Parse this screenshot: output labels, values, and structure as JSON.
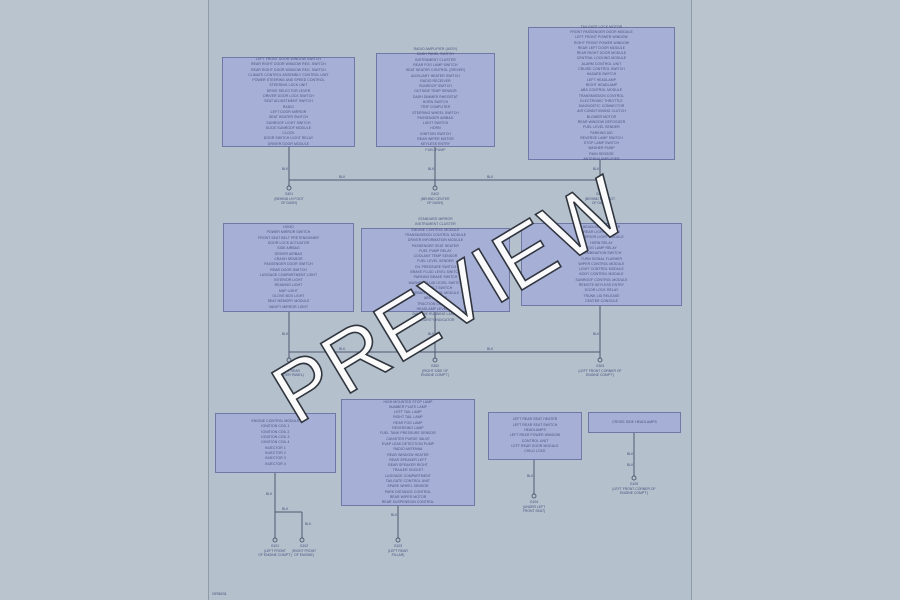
{
  "boxes": {
    "b1": {
      "lines": [
        "LEFT FRONT DOOR WINDOW SWITCH",
        "REAR RIGHT DOOR WINDOW REG. SWITCH",
        "REAR RIGHT DOOR WINDOW REG. SWITCH",
        "CLIMATE CONTROL ASSEMBLY CONTROL UNIT",
        "POWER STEERING AND SPEED CONTROL",
        "STEERING LOCK UNIT",
        "DRIVE SELECTOR LEVER",
        "DRIVER DOOR LOCK SWITCH",
        "SEAT ADJUSTMENT SWITCH",
        "RADIO",
        "LEFT DOOR MIRROR",
        "SEAT HEATER SWITCH",
        "SUNROOF LIGHT SWITCH",
        "SLIDE SUNROOF MODULE",
        "CLOCK",
        "DOOR SWITCH LIGHT RELAY",
        "DRIVER DOOR MODULE"
      ]
    },
    "b2": {
      "lines": [
        "RADIO AMPLIFIER (ASSY)",
        "DASH PANEL SWITCH",
        "INSTRUMENT CLUSTER",
        "REAR FOG LAMP SWITCH",
        "SEAT HEATER CONTROL (DRIVER)",
        "AUXILIARY HEATER SWITCH",
        "RADIO RECEIVER",
        "SUNROOF SWITCH",
        "OUTSIDE TEMP SENSOR",
        "DASH DIMMER RHEOSTAT",
        "HORN SWITCH",
        "TRIP COMPUTER",
        "STEERING WHEEL SWITCH",
        "PASSENGER AIRBAG",
        "LIGHT SWITCH",
        "HORN",
        "IGNITION SWITCH",
        "REAR WIPER MOTOR",
        "KEYLESS ENTRY",
        "FUEL PUMP"
      ]
    },
    "b3": {
      "lines": [
        "TAILGATE LOCK MOTOR",
        "FRONT PASSENGER DOOR MODULE",
        "LEFT FRONT POWER WINDOW",
        "RIGHT FRONT POWER WINDOW",
        "REAR LEFT DOOR MODULE",
        "REAR RIGHT DOOR MODULE",
        "CENTRAL LOCKING MODULE",
        "ALARM CONTROL UNIT",
        "CRUISE CONTROL SWITCH",
        "HAZARD SWITCH",
        "LEFT HEADLAMP",
        "RIGHT HEADLAMP",
        "ABS CONTROL MODULE",
        "TRANSMISSION CONTROL",
        "ELECTRONIC THROTTLE",
        "DIAGNOSTIC CONNECTOR",
        "AIR CONDITIONING CLUTCH",
        "BLOWER MOTOR",
        "REAR WINDOW DEFOGGER",
        "FUEL LEVEL SENDER",
        "PARKING AID",
        "REVERSE LAMP SWITCH",
        "STOP LAMP SWITCH",
        "WASHER PUMP",
        "RAIN SENSOR",
        "ANTENNA AMPLIFIER"
      ]
    },
    "b4": {
      "lines": [
        "HOOD",
        "POWER MIRROR SWITCH",
        "FRONT SEAT BELT PRETENSIONER",
        "DOOR LOCK ACTUATOR",
        "SIDE AIRBAG",
        "DRIVER AIRBAG",
        "CRASH SENSOR",
        "PASSENGER DOOR SWITCH",
        "REAR DOOR SWITCH",
        "LUGGAGE COMPARTMENT LIGHT",
        "INTERIOR LIGHT",
        "READING LIGHT",
        "MAP LIGHT",
        "GLOVE BOX LIGHT",
        "SEAT MEMORY MODULE",
        "VANITY MIRROR LIGHT"
      ]
    },
    "b5": {
      "lines": [
        "STANDARD MIRROR",
        "INSTRUMENT CLUSTER",
        "ENGINE CONTROL MODULE",
        "TRANSMISSION CONTROL MODULE",
        "DRIVER INFORMATION MODULE",
        "PASSENGER SEAT HEATER",
        "FUEL PUMP RELAY",
        "COOLANT TEMP SENSOR",
        "FUEL LEVEL SENDER",
        "OIL PRESSURE SWITCH",
        "BRAKE FLUID LEVEL SWITCH",
        "PARKING BRAKE SWITCH",
        "WASHER FLUID LEVEL SWITCH",
        "SEAT BELT SWITCH",
        "AIRBAG CONTROL MODULE",
        "ABS MODULE",
        "TRACTION CONTROL",
        "HEADLAMP LEVELING",
        "DAYTIME RUNNING LAMPS",
        "SECURITY INDICATOR"
      ]
    },
    "b6": {
      "lines": [
        "HEADLIGHT FLASHER",
        "REAR LIGHT SWITCH",
        "INTERIOR LIGHT MODULE",
        "HORN RELAY",
        "FOG LAMP RELAY",
        "COMBINATION SWITCH",
        "TURN SIGNAL FLASHER",
        "WIPER CONTROL MODULE",
        "LIGHT CONTROL MODULE",
        "BODY CONTROL MODULE",
        "SUNROOF CONTROL MODULE",
        "REMOTE KEYLESS ENTRY",
        "DOOR LOCK RELAY",
        "TRUNK LID RELEASE",
        "CENTER CONSOLE"
      ]
    },
    "b7": {
      "lines": [
        "ENGINE CONTROL MODULE",
        "IGNITION COIL 1",
        "IGNITION COIL 2",
        "IGNITION COIL 3",
        "IGNITION COIL 4",
        "INJECTOR 1",
        "INJECTOR 2",
        "INJECTOR 3",
        "INJECTOR 4"
      ]
    },
    "b8": {
      "lines": [
        "HIGH MOUNTED STOP LAMP",
        "NUMBER PLATE LAMP",
        "LEFT TAIL LAMP",
        "RIGHT TAIL LAMP",
        "REAR FOG LAMP",
        "REVERSING LAMP",
        "FUEL TANK PRESSURE SENSOR",
        "CANISTER PURGE VALVE",
        "EVAP LEAK DETECTION PUMP",
        "RADIO ANTENNA",
        "REAR WINDOW HEATER",
        "REAR SPEAKER LEFT",
        "REAR SPEAKER RIGHT",
        "TRAILER SOCKET",
        "LUGGAGE COMPARTMENT",
        "TAILGATE CONTROL UNIT",
        "SPARE WHEEL SENSOR",
        "PARK DISTANCE CONTROL",
        "REAR WIPER MOTOR",
        "REAR SUSPENSION CONTROL"
      ]
    },
    "b9": {
      "lines": [
        "LEFT REAR SEAT HEATER",
        "LEFT REAR SEAT SWITCH",
        "HEADLAMPS",
        "LEFT REAR POWER WINDOW",
        "CONTROL UNIT",
        "LEFT REAR DOOR MODULE",
        "CHILD LOCK"
      ]
    },
    "b10": {
      "lines": [
        "CROSS SIDE HEADLAMPS"
      ]
    }
  },
  "grounds": [
    {
      "lines": [
        "G401",
        "(BEHIND LH FOOT",
        "OF DASH)"
      ]
    },
    {
      "lines": [
        "G402",
        "(BEHIND CENTER",
        "OF DASH)"
      ]
    },
    {
      "lines": [
        "G403",
        "(BEHIND RH FOOT",
        "OF DASH)"
      ]
    },
    {
      "lines": [
        "G301",
        "(RIGHT REAR",
        "QUARTER PANEL)"
      ]
    },
    {
      "lines": [
        "G302",
        "(RIGHT SIDE OF",
        "ENGINE COMP'T)"
      ]
    },
    {
      "lines": [
        "G303",
        "(LEFT FRONT CORNER OF",
        "ENGINE COMP'T)"
      ]
    },
    {
      "lines": [
        "G101",
        "(LEFT FRONT",
        "OF ENGINE COMP'T)"
      ]
    },
    {
      "lines": [
        "G102",
        "(RIGHT FRONT",
        "OF ENGINE)"
      ]
    },
    {
      "lines": [
        "G103",
        "(LEFT REAR",
        "PILLAR)"
      ]
    },
    {
      "lines": [
        "G104",
        "(UNDER LEFT",
        "FRONT SEAT)"
      ]
    },
    {
      "lines": [
        "G105",
        "(LEFT FRONT CORNER OF",
        "ENGINE COMP'T)"
      ]
    }
  ],
  "wire_tags": {
    "t1": "BLK",
    "t2": "BLK",
    "t3": "BLK",
    "t4": "BLK",
    "t5": "BLK",
    "t6": "BLK",
    "t7": "BLK",
    "t8": "BLK",
    "t9": "BLK",
    "t10": "BLK",
    "t11": "BLK",
    "t12": "BLK",
    "t13": "BLK",
    "t14": "BLK",
    "t15": "BLK",
    "t16": "BLK",
    "t17": "BLK"
  },
  "figure_id": "GR5631",
  "watermark": "PREVIEW",
  "colors": {
    "box_fill": "#a6b0d6",
    "box_border": "#6f78a6",
    "wire": "#4f5870",
    "sheet": "#b4c1cc"
  }
}
